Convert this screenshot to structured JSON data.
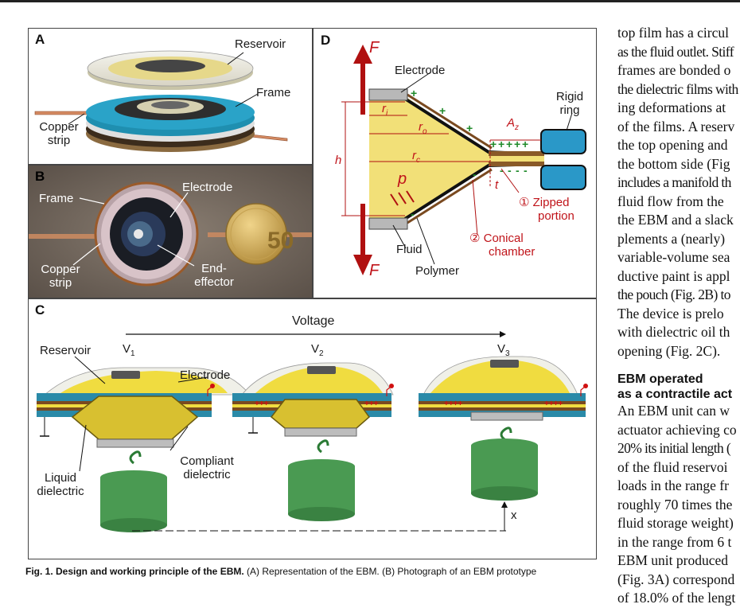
{
  "panel_a": {
    "letter": "A",
    "labels": {
      "reservoir": "Reservoir",
      "frame": "Frame",
      "copper_line1": "Copper",
      "copper_line2": "strip"
    }
  },
  "panel_b": {
    "letter": "B",
    "labels": {
      "frame": "Frame",
      "electrode": "Electrode",
      "copper_line1": "Copper",
      "copper_line2": "strip",
      "end_line1": "End-",
      "end_line2": "effector"
    },
    "coin_value": "50"
  },
  "panel_c": {
    "letter": "C",
    "voltage": "Voltage",
    "v1": "V",
    "v1_sub": "1",
    "v2": "V",
    "v2_sub": "2",
    "v3": "V",
    "v3_sub": "3",
    "labels": {
      "reservoir": "Reservoir",
      "electrode": "Electrode",
      "liquid_line1": "Liquid",
      "liquid_line2": "dielectric",
      "compliant_line1": "Compliant",
      "compliant_line2": "dielectric",
      "x": "x"
    }
  },
  "panel_d": {
    "letter": "D",
    "labels": {
      "f_top": "F",
      "f_bottom": "F",
      "electrode": "Electrode",
      "rigid_line1": "Rigid",
      "rigid_line2": "ring",
      "ri": "r",
      "ri_sub": "i",
      "ro": "r",
      "ro_sub": "o",
      "rc": "r",
      "rc_sub": "c",
      "h": "h",
      "az": "A",
      "az_sub": "z",
      "t": "t",
      "p": "p",
      "zipped_num": "①",
      "zipped_line1": "Zipped",
      "zipped_line2": "portion",
      "conical_num": "②",
      "conical_line1": "Conical",
      "conical_line2": "chamber",
      "fluid": "Fluid",
      "polymer": "Polymer"
    }
  },
  "text_column": {
    "lines": [
      "top film has a circul",
      "as the fluid outlet. Stiff",
      "frames are bonded o",
      "the dielectric films with",
      "ing deformations at",
      "of the films. A reserv",
      "the top opening and",
      "the bottom side (Fig",
      "includes a manifold th",
      "fluid flow from the",
      "the EBM and a slack",
      "plements a (nearly)",
      "variable-volume sea",
      "ductive paint is appl",
      "the pouch (Fig. 2B) to",
      "The device is prelo",
      "with dielectric oil th",
      "opening (Fig. 2C)."
    ],
    "heading_line1": "EBM operated",
    "heading_line2": "as a contractile act",
    "lines2": [
      "An EBM unit can w",
      "actuator achieving co",
      "20% its initial length (",
      "of the fluid reservoi",
      "loads in the range fr",
      "roughly 70 times the",
      "fluid storage weight)",
      "in the range from 6 t",
      "EBM unit produced",
      "(Fig. 3A) correspond",
      "of 18.0% of the lengt"
    ]
  },
  "caption": {
    "bold": "Fig. 1. Design and working principle of the EBM.",
    "text": " (A) Representation of the EBM. (B) Photograph of an EBM prototype"
  }
}
